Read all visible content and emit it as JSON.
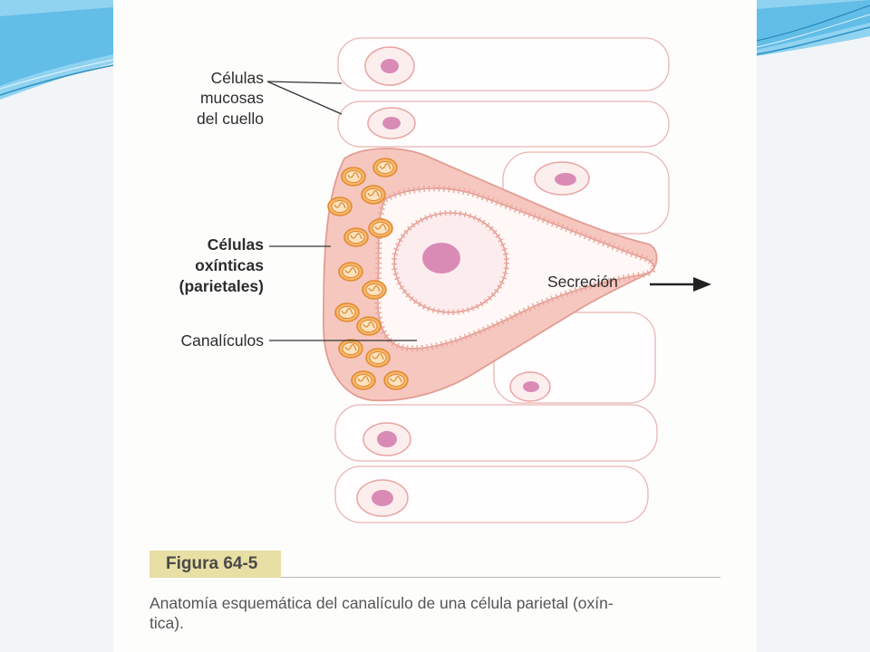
{
  "figure": {
    "labels": {
      "mucous_line1": "Células",
      "mucous_line2": "mucosas",
      "mucous_line3": "del cuello",
      "oxyntic_line1": "Células",
      "oxyntic_line2": "oxínticas",
      "oxyntic_line3": "(parietales)",
      "canaliculi": "Canalículos",
      "secretion": "Secreción"
    },
    "number": "Figura 64-5",
    "caption_line1": "Anatomía esquemática del canalículo de una célula parietal (oxín-",
    "caption_line2": "tica)."
  },
  "colors": {
    "parietal_fill": "#f6c7bf",
    "nucleus": "#d98bb6",
    "mitochondria": "#f2a14a",
    "cell_outline": "#e8a4a2",
    "label_box": "#e8dfa4",
    "background_accent": "#4fb3e3"
  }
}
